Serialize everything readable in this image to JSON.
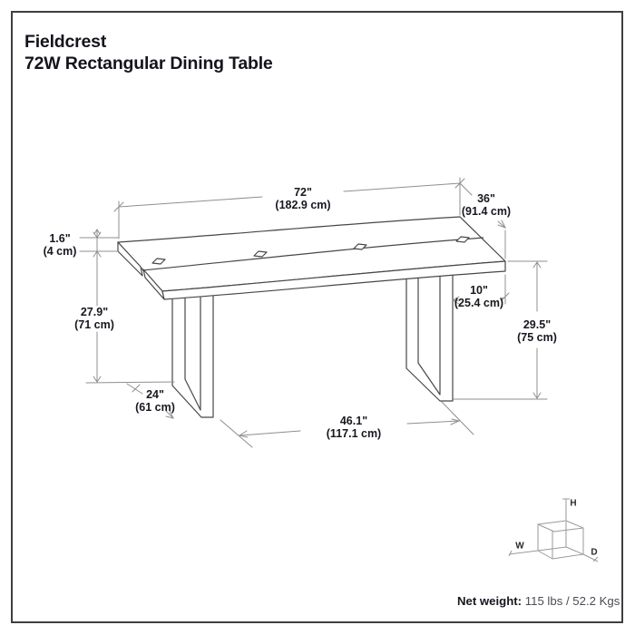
{
  "header": {
    "brand": "Fieldcrest",
    "product_name": "72W Rectangular Dining Table"
  },
  "dimensions": {
    "width": {
      "in": "72\"",
      "cm": "(182.9 cm)"
    },
    "depth": {
      "in": "36\"",
      "cm": "(91.4 cm)"
    },
    "thickness": {
      "in": "1.6\"",
      "cm": "(4 cm)"
    },
    "clearance": {
      "in": "27.9\"",
      "cm": "(71 cm)"
    },
    "leg_depth": {
      "in": "24\"",
      "cm": "(61 cm)"
    },
    "overhang": {
      "in": "10\"",
      "cm": "(25.4 cm)"
    },
    "height": {
      "in": "29.5\"",
      "cm": "(75 cm)"
    },
    "leg_span": {
      "in": "46.1\"",
      "cm": "(117.1 cm)"
    }
  },
  "axis_cube": {
    "h": "H",
    "w": "W",
    "d": "D"
  },
  "footer": {
    "net_weight_label": "Net weight:",
    "net_weight_value": "115 lbs / 52.2 Kgs"
  },
  "icons": {
    "orientation_cube": "cube-3d-axes-icon"
  },
  "colors": {
    "text": "#17171f",
    "drawing_line": "#474747",
    "dimension_line": "#8f8f8f",
    "border": "#3f3f3f",
    "background": "#ffffff"
  }
}
